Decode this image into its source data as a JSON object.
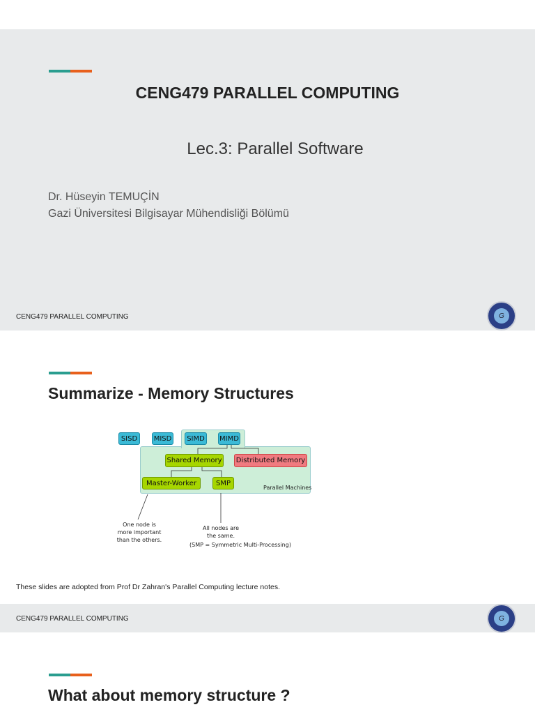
{
  "slide1": {
    "title": "CENG479 PARALLEL COMPUTING",
    "subtitle": "Lec.3: Parallel Software",
    "author": "Dr. Hüseyin TEMUÇİN",
    "affiliation": "Gazi Üniversitesi Bilgisayar Mühendisliği Bölümü",
    "footer": "CENG479 PARALLEL COMPUTING"
  },
  "slide2": {
    "title": "Summarize - Memory Structures",
    "diagram": {
      "sisd": "SISD",
      "misd": "MISD",
      "simd": "SIMD",
      "mimd": "MIMD",
      "shared": "Shared Memory",
      "distributed": "Distributed Memory",
      "master": "Master-Worker",
      "smp": "SMP",
      "group": "Parallel Machines",
      "note1": "One node is more important than the others.",
      "note2": "All nodes are the same.",
      "note3": "(SMP = Symmetric Multi-Processing)"
    },
    "credit": "These slides are adopted from  Prof Dr Zahran's Parallel Computing lecture notes.",
    "footer": "CENG479 PARALLEL COMPUTING"
  },
  "slide3": {
    "title": "What about memory structure ?"
  },
  "colors": {
    "teal": "#2a9d8f",
    "orange": "#e8601c",
    "slide_bg": "#e8eaeb"
  }
}
